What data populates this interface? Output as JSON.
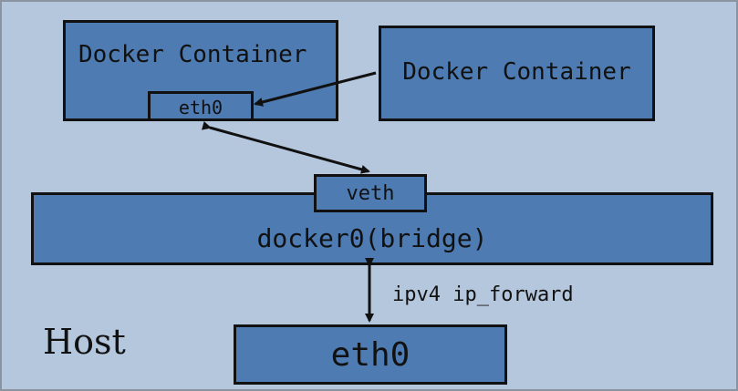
{
  "diagram": {
    "containers": [
      {
        "title": "Docker Container",
        "interface": "eth0"
      },
      {
        "title": "Docker Container"
      }
    ],
    "bridge": {
      "label": "docker0(bridge)",
      "interface": "veth"
    },
    "host": {
      "label": "Host",
      "interface": "eth0"
    },
    "links": [
      {
        "from": "Docker Container",
        "to": "eth0",
        "direction": "one-way"
      },
      {
        "from": "eth0",
        "to": "veth",
        "direction": "two-way"
      },
      {
        "from": "docker0(bridge)",
        "to": "eth0",
        "direction": "two-way",
        "label": "ipv4 ip_forward"
      }
    ]
  },
  "colors": {
    "background": "#b5c7dd",
    "box_fill": "#4d7bb2",
    "stroke": "#111111"
  }
}
